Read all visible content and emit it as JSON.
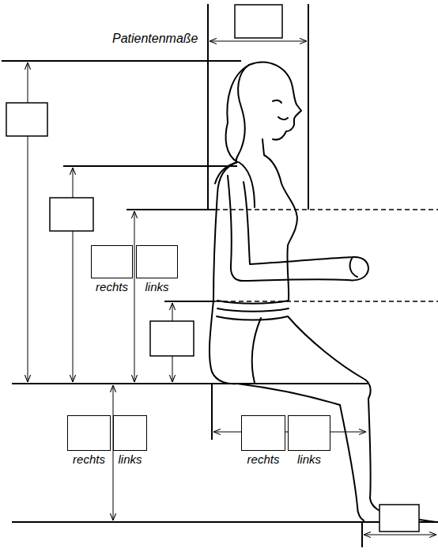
{
  "diagram": {
    "title": "Patientenmaße",
    "nodes": [
      {
        "text": [
          "rechts"
        ]
      },
      {
        "text": [
          "links"
        ]
      },
      {
        "text": [
          "rechts"
        ]
      },
      {
        "text": [
          "links"
        ]
      },
      {
        "text": [
          "rechts"
        ]
      },
      {
        "text": [
          "links"
        ]
      }
    ]
  }
}
